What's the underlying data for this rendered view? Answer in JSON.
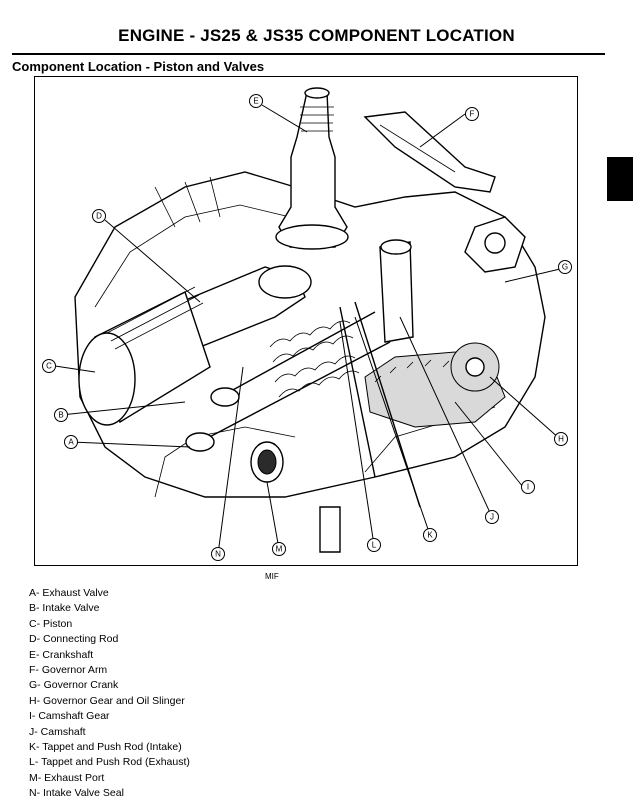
{
  "header": {
    "title": "ENGINE - JS25 & JS35   COMPONENT LOCATION",
    "section": "Component Location - Piston and Valves"
  },
  "figure": {
    "caption": "MIF",
    "callouts": [
      "A",
      "B",
      "C",
      "D",
      "E",
      "F",
      "G",
      "H",
      "I",
      "J",
      "K",
      "L",
      "M",
      "N"
    ]
  },
  "legend": [
    "A- Exhaust Valve",
    "B- Intake Valve",
    "C- Piston",
    "D- Connecting Rod",
    "E- Crankshaft",
    "F- Governor Arm",
    "G- Governor Crank",
    "H- Governor Gear and Oil Slinger",
    "I- Camshaft Gear",
    "J- Camshaft",
    "K- Tappet and Push Rod (Intake)",
    "L- Tappet and Push Rod (Exhaust)",
    "M- Exhaust Port",
    "N- Intake Valve Seal"
  ]
}
